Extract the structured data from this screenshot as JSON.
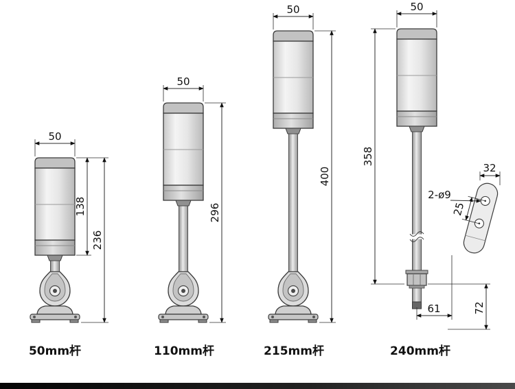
{
  "drawing": {
    "background": "#ffffff",
    "line_color": "#2b2b2b",
    "figures": [
      {
        "label": "50mm杆",
        "dims": {
          "top_width": "50",
          "lamp_height": "138",
          "total_height": "236"
        }
      },
      {
        "label": "110mm杆",
        "dims": {
          "top_width": "50",
          "total_height": "296"
        }
      },
      {
        "label": "215mm杆",
        "dims": {
          "top_width": "50",
          "total_height": "400"
        }
      },
      {
        "label": "240mm杆",
        "dims": {
          "top_width": "50",
          "pole_length": "358",
          "bracket_width": "32",
          "bracket_holes": "2-ø9",
          "hole_spacing": "25",
          "bracket_offset": "61",
          "bracket_drop": "72"
        }
      }
    ]
  }
}
